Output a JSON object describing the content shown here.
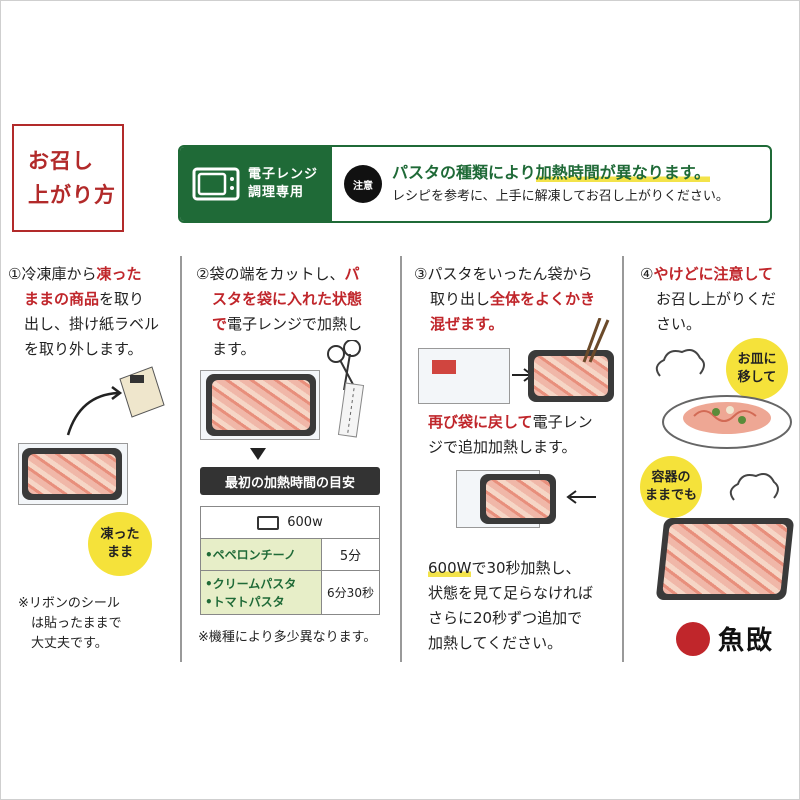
{
  "title": {
    "line1": "お召し",
    "line2": "上がり方"
  },
  "banner": {
    "left_line1": "電子レンジ",
    "left_line2": "調理専用",
    "note": "注意",
    "warn_pre": "パスタの種類により",
    "warn_hl": "加熱時間が異なります。",
    "sub": "レシピを参考に、上手に解凍してお召し上がりください。"
  },
  "step1": {
    "l1a": "①冷凍庫から",
    "l1b": "凍った",
    "l2a": "ままの商品",
    "l2b": "を取り",
    "l3": "出し、掛け紙ラベル",
    "l4": "を取り外します。",
    "badge1": "凍った",
    "badge2": "まま",
    "note1": "※リボンのシール",
    "note2": "　は貼ったままで",
    "note3": "　大丈夫です。"
  },
  "step2": {
    "l1a": "②袋の端をカットし、",
    "l1b": "パ",
    "l2": "スタを袋に入れた状態",
    "l3a": "で",
    "l3b": "電子レンジで加熱し",
    "l4": "ます。",
    "table_title": "最初の加熱時間の目安",
    "wattage": "600w",
    "row1_name": "•ペペロンチーノ",
    "row1_time": "5分",
    "row2_name1": "•クリームパスタ",
    "row2_name2": "•トマトパスタ",
    "row2_time": "6分30秒",
    "footnote": "※機種により多少異なります。"
  },
  "step3": {
    "l1": "③パスタをいったん袋から",
    "l2a": "取り出し",
    "l2b": "全体をよくかき",
    "l3": "混ぜます。",
    "m1a": "再び袋に戻して",
    "m1b": "電子レン",
    "m2": "ジで追加加熱します。",
    "b1a": "600W",
    "b1b": "で30秒加熱し、",
    "b2": "状態を見て足らなければ",
    "b3": "さらに20秒ずつ追加で",
    "b4": "加熱してください。"
  },
  "step4": {
    "l1a": "④",
    "l1b": "やけどに注意して",
    "l2": "お召し上がりくだ",
    "l3": "さい。",
    "badge_a1": "お皿に",
    "badge_a2": "移して",
    "badge_b1": "容器の",
    "badge_b2": "ままでも"
  },
  "logo": "魚敃"
}
